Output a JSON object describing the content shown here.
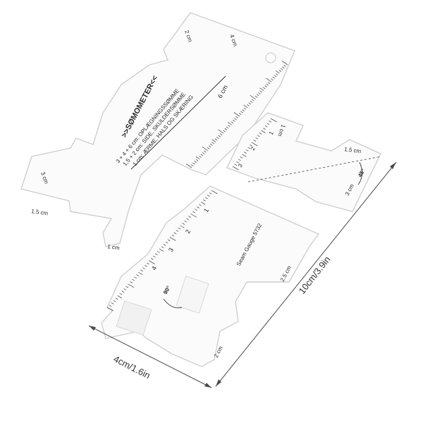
{
  "colors": {
    "background": "#ffffff",
    "acrylic": "#fbfbfb",
    "edge": "#cfcfcf",
    "marking": "#2a2a2a"
  },
  "gauge_left": {
    "brand": ">>SØMOMETER<<",
    "line1": "3 + 4 + 6 cm: OPLÆGNINGSSØMME",
    "line2": "1,5 + 2 cm: SIDE, SKULDERSØMME",
    "line3": "1 cm: ÆRME, HALS OG SKÆRING",
    "mark_2cm": "2 cm",
    "mark_4cm": "4 cm",
    "mark_6cm": "6 cm",
    "mark_3cm": "3 cm",
    "mark_1_5cm": "1.5 cm",
    "mark_1cm": "1 cm"
  },
  "gauge_right": {
    "model": "Seam Gauge 5732",
    "mark_2_5cm": "2.5 cm",
    "mark_2cm": "2 cm",
    "mark_3cm": "3 cm",
    "mark_1_5cm": "1.5 cm",
    "angle_45": "45°",
    "angle_90": "90°",
    "scale": [
      "1",
      "2",
      "3",
      "4"
    ],
    "tab_scale": [
      "1",
      "2",
      "3"
    ],
    "tab_cm": "1 cm"
  },
  "dimensions": {
    "length": "10cm/3.9in",
    "width": "4cm/1.6in"
  }
}
